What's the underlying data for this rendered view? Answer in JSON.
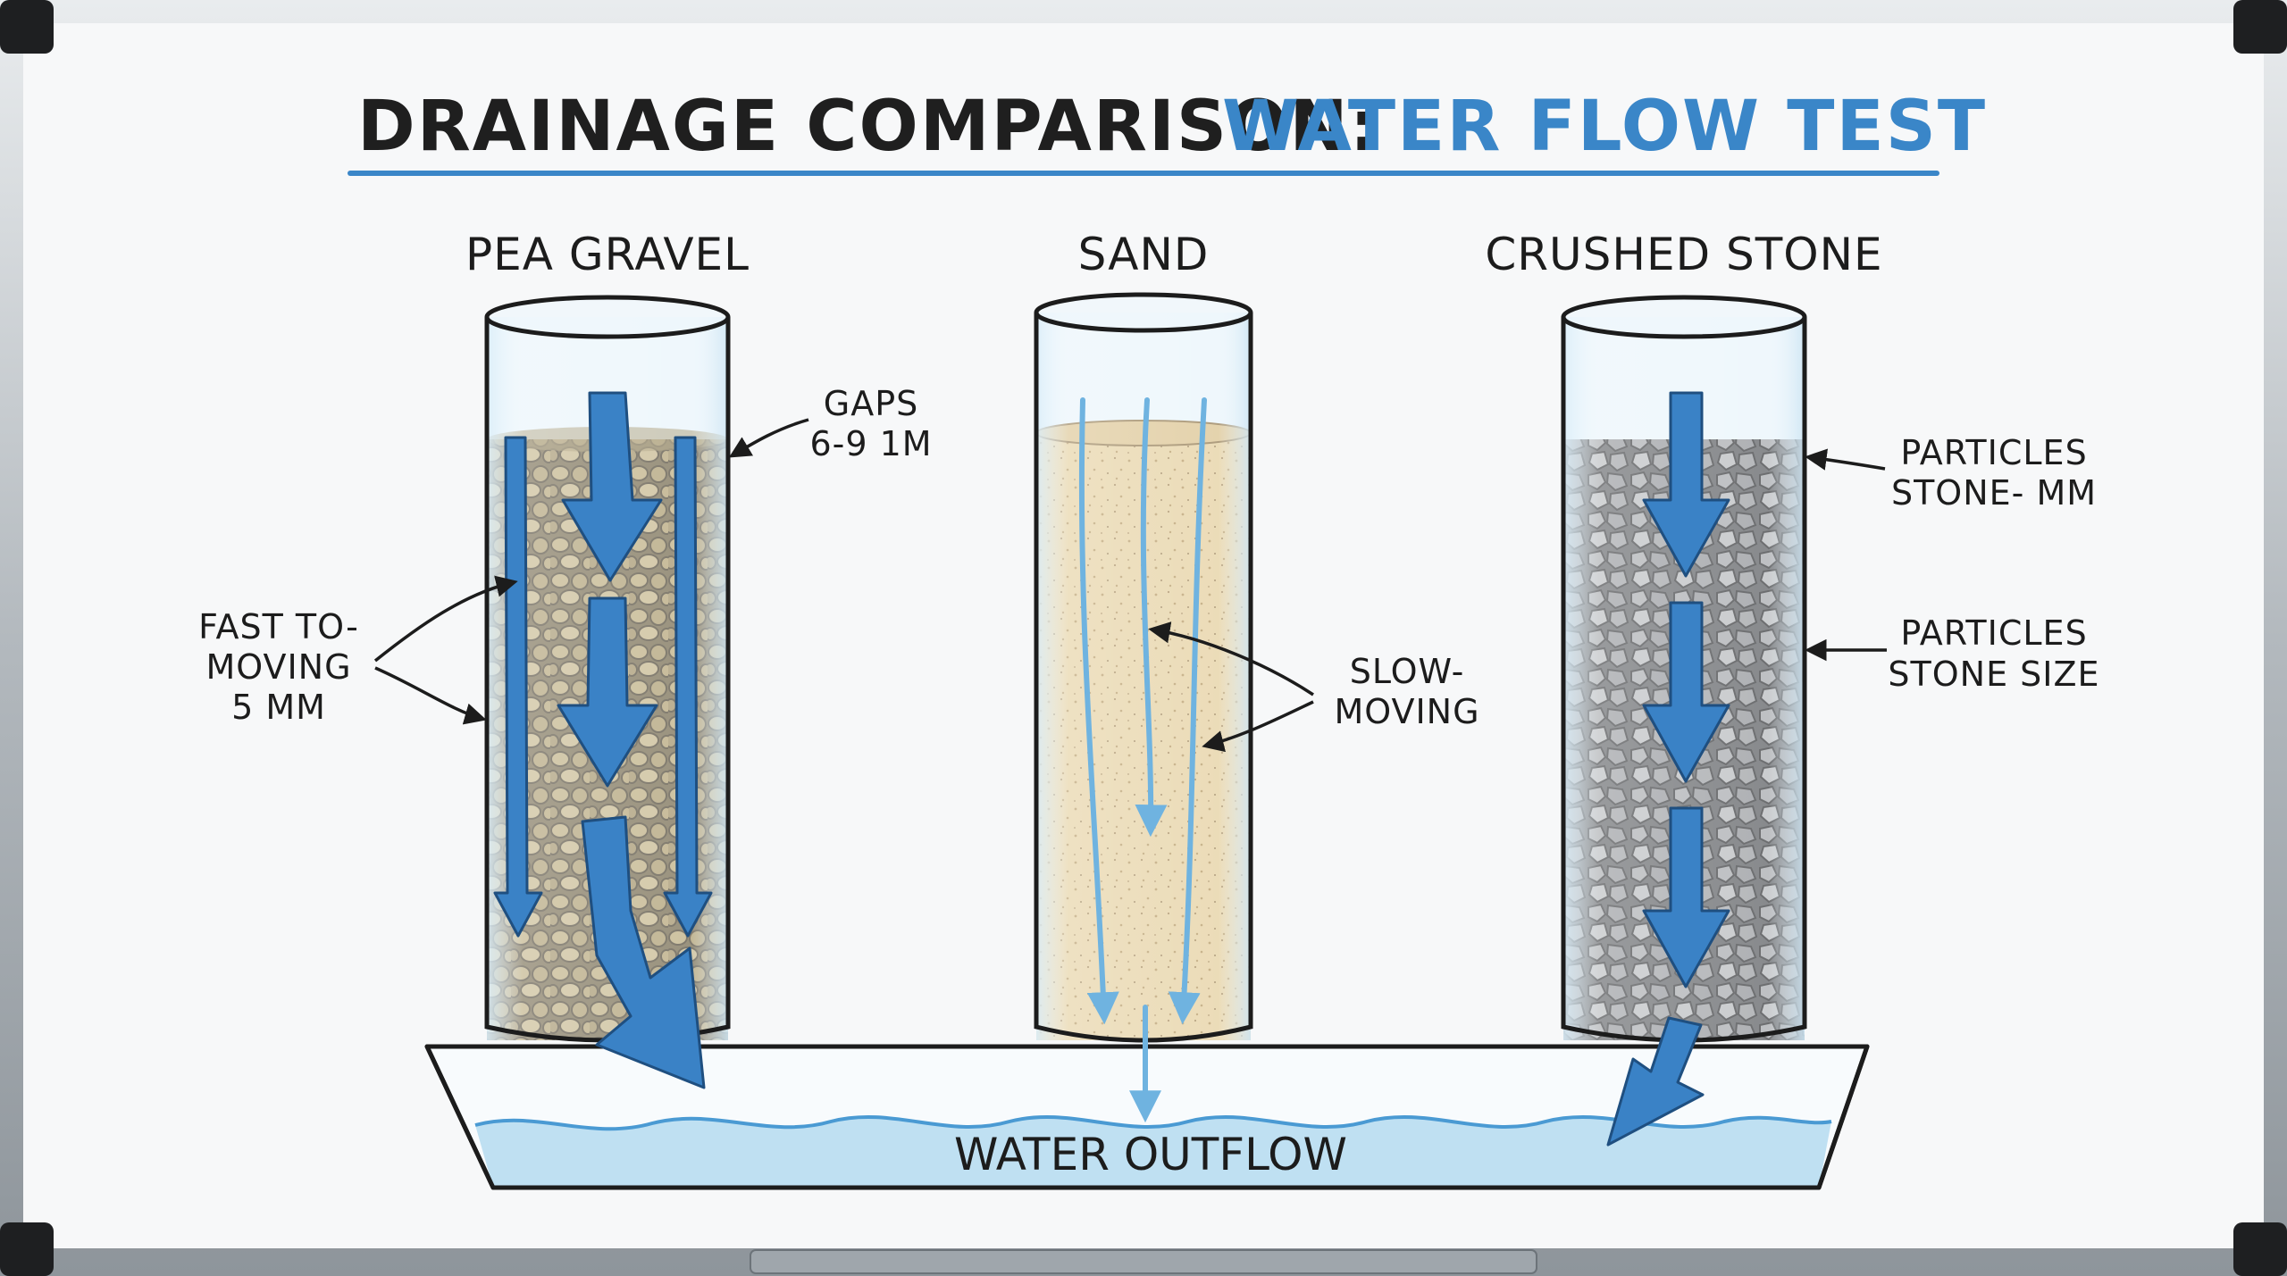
{
  "title": {
    "main": "DRAINAGE COMPARISON:",
    "accent": "WATER FLOW TEST"
  },
  "columns": [
    {
      "label": "PEA GRAVEL",
      "notes": [
        {
          "lines": [
            "GAPS",
            "6-9 1M"
          ]
        },
        {
          "lines": [
            "FAST TO-",
            "MOVING",
            "5 MM"
          ]
        }
      ]
    },
    {
      "label": "SAND",
      "notes": [
        {
          "lines": [
            "SLOW-",
            "MOVING"
          ]
        }
      ]
    },
    {
      "label": "CRUSHED STONE",
      "notes": [
        {
          "lines": [
            "PARTICLES",
            "STONE- MM"
          ]
        },
        {
          "lines": [
            "PARTICLES",
            "STONE  SIZE"
          ]
        }
      ]
    }
  ],
  "outflow_label": "WATER OUTFLOW",
  "colors": {
    "flow_blue": "#3a82c6",
    "water": "#bfe0f2",
    "gravel": "#a89a6e",
    "sand": "#e4cf9c",
    "stone": "#8d9094",
    "frame": "#b9bec3"
  }
}
